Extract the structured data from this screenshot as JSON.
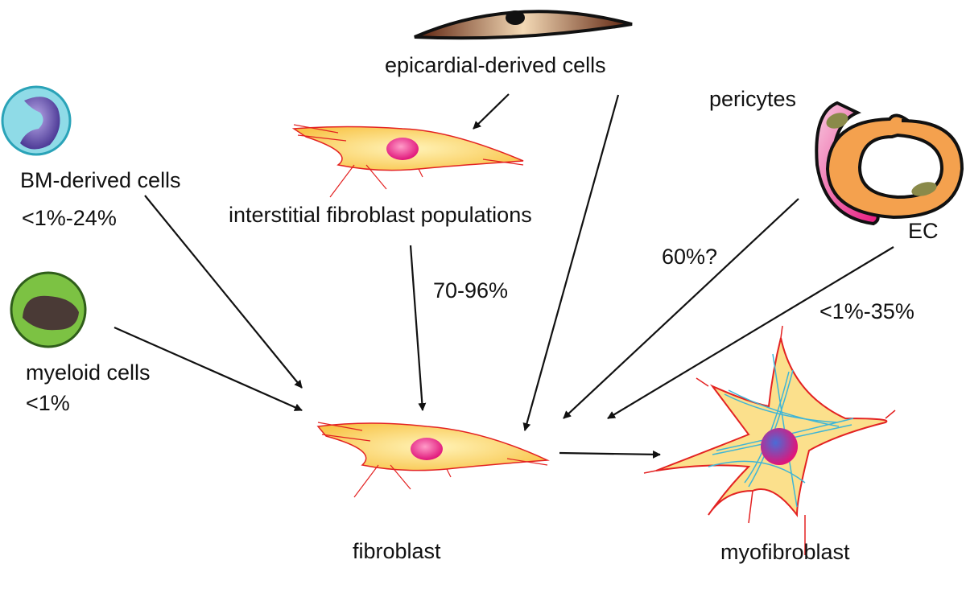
{
  "labels": {
    "epicardial": "epicardial-derived cells",
    "pericytes": "pericytes",
    "bm_cells": "BM-derived cells",
    "bm_pct": "<1%-24%",
    "interstitial": "interstitial fibroblast populations",
    "interstitial_pct": "70-96%",
    "pericyte_pct": "60%?",
    "ec": "EC",
    "ec_pct": "<1%-35%",
    "myeloid": "myeloid cells",
    "myeloid_pct": "<1%",
    "fibroblast": "fibroblast",
    "myofibroblast": "myofibroblast"
  },
  "colors": {
    "arrow": "#111111",
    "fibroblast_fill": "#fbd36a",
    "fibroblast_outline": "#e32222",
    "nucleus": "#e0157a",
    "bm_outer": "#5fc7d9",
    "bm_nucleus": "#4a2f8f",
    "myeloid_outer": "#7cc243",
    "myeloid_nucleus": "#4a3a36",
    "epicardial_body": "#7a3b14",
    "pericyte": "#e8197f",
    "ec": "#f4a14e",
    "myo_fibers": "#3fb5d6"
  }
}
